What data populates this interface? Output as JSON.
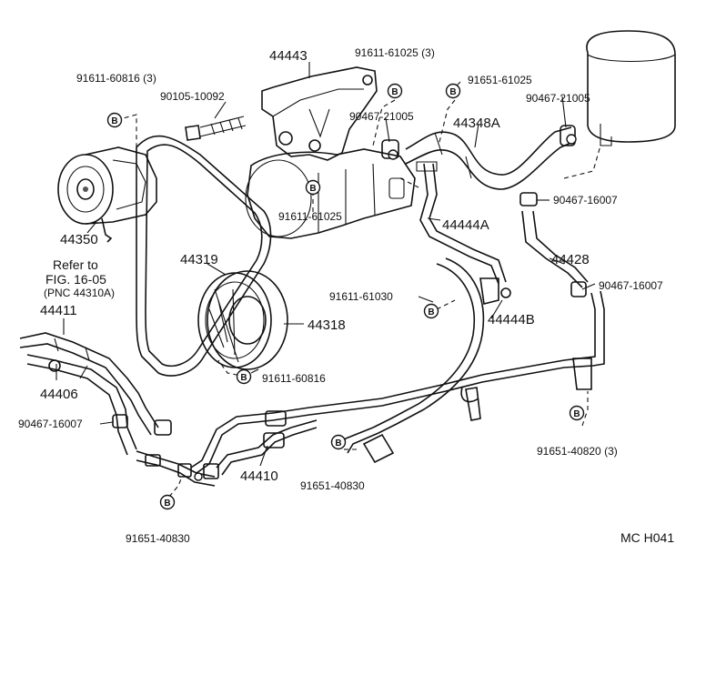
{
  "bolt_marker": "B",
  "labels": {
    "l_44443": "44443",
    "l_91611_61025_3": "91611-61025 (3)",
    "l_91651_61025": "91651-61025",
    "l_91611_60816_3": "91611-60816 (3)",
    "l_90105_10092": "90105-10092",
    "l_90467_21005_a": "90467-21005",
    "l_90467_21005_b": "90467-21005",
    "l_44348A": "44348A",
    "l_90467_16007_a": "90467-16007",
    "l_91611_61025": "91611-61025",
    "l_44350": "44350",
    "l_44444A": "44444A",
    "l_44319": "44319",
    "l_refer_1": "Refer to",
    "l_refer_2": "FIG. 16-05",
    "l_refer_3": "(PNC 44310A)",
    "l_44428": "44428",
    "l_90467_16007_b": "90467-16007",
    "l_91611_61030": "91611-61030",
    "l_44411": "44411",
    "l_44318": "44318",
    "l_44444B": "44444B",
    "l_91611_60816": "91611-60816",
    "l_44406": "44406",
    "l_90467_16007_c": "90467-16007",
    "l_44410": "44410",
    "l_91651_40830_a": "91651-40830",
    "l_91651_40820_3": "91651-40820 (3)",
    "l_91651_40830_b": "91651-40830",
    "l_code": "MC  H041"
  }
}
